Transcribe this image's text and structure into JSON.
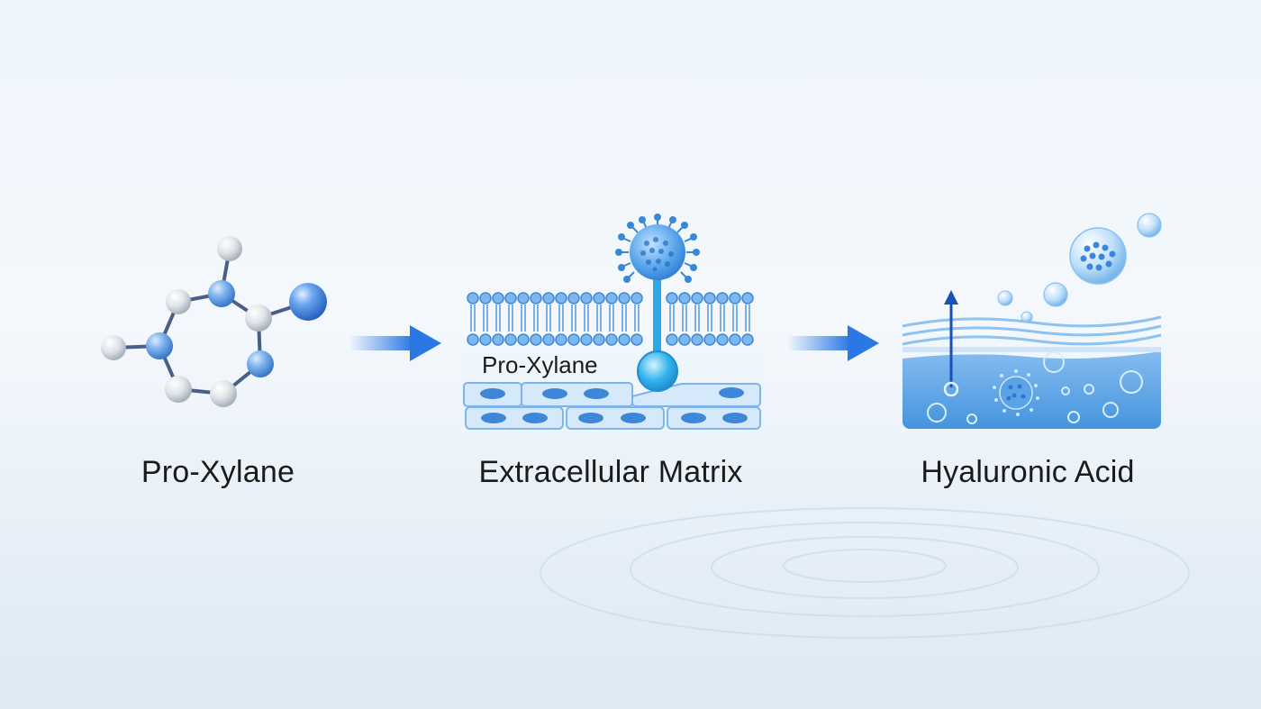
{
  "steps": [
    {
      "label": "Pro-Xylane"
    },
    {
      "label": "Extracellular Matrix"
    },
    {
      "label": "Hyaluronic Acid"
    }
  ],
  "matrix_inline_label": "Pro-Xylane",
  "colors": {
    "accent": "#2f7fe6",
    "membrane": "#5aa6e8",
    "water": "#3f94e0",
    "arrow": "#2b78e4"
  },
  "icons": [
    "molecule-icon",
    "arrow-right-icon",
    "cell-membrane-icon",
    "water-layer-icon",
    "bubble-icon"
  ]
}
